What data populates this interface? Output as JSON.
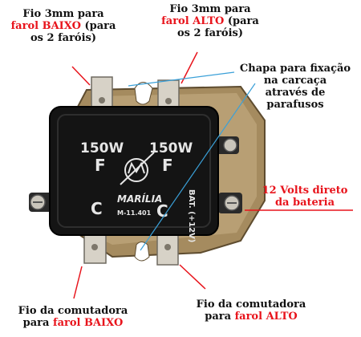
{
  "labels": {
    "top_left": {
      "l1": "Fio 3mm para",
      "l2a": "farol ",
      "l2b": "BAIXO",
      "l2c": " (para",
      "l3": "os 2 faróis)"
    },
    "top_right": {
      "l1": "Fio 3mm para",
      "l2a": "farol ",
      "l2b": "ALTO",
      "l2c": " (para",
      "l3": "os 2 faróis)"
    },
    "bracket": {
      "l1": "Chapa para fixação",
      "l2": "na carcaça",
      "l3": "através de",
      "l4": "parafusos"
    },
    "battery": {
      "l1": "12 Volts direto",
      "l2": "da bateria"
    },
    "bottom_left": {
      "l1": "Fio da comutadora",
      "l2a": "para ",
      "l2b": "farol BAIXO"
    },
    "bottom_right": {
      "l1": "Fio da comutadora",
      "l2a": "para ",
      "l2b": "farol ALTO"
    }
  },
  "device": {
    "rating_left": "150W",
    "rating_right": "150W",
    "f_left": "F",
    "f_right": "F",
    "c_left": "C",
    "c_right": "C",
    "brand": "MARÍLIA",
    "model": "M-11.401",
    "bat": "BAT. (+12V)"
  },
  "colors": {
    "highlight": "#e8141c",
    "pointer_line": "#3aa0d8",
    "housing": "#141414"
  }
}
